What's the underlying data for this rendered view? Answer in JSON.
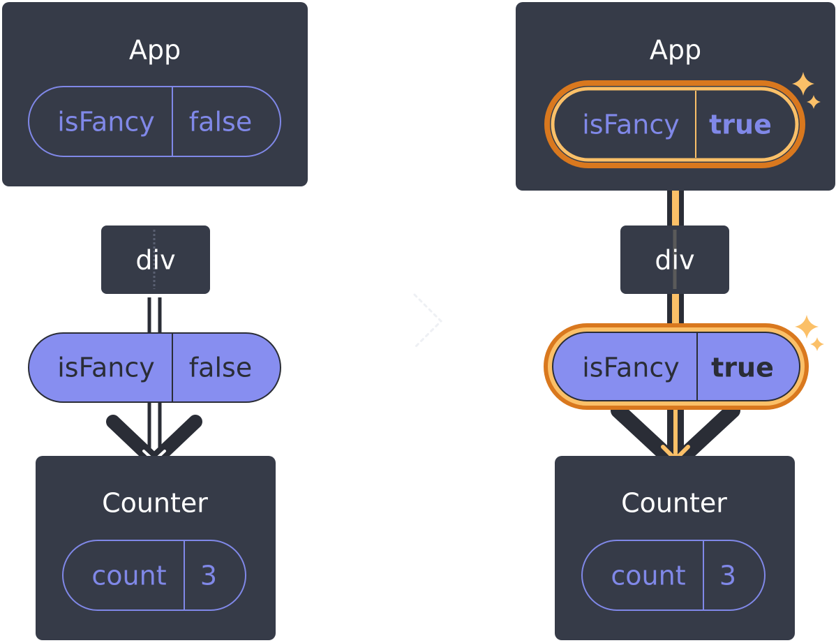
{
  "colors": {
    "node_bg": "#363b48",
    "prop_accent": "#8088e8",
    "prop_fill": "#878ef0",
    "highlight_orange": "#d9781e",
    "highlight_yellow": "#fbc068",
    "edge_dark": "#2a2d36"
  },
  "left": {
    "app": {
      "title": "App",
      "prop": {
        "name": "isFancy",
        "value": "false"
      }
    },
    "div": {
      "title": "div"
    },
    "passed_prop": {
      "name": "isFancy",
      "value": "false"
    },
    "counter": {
      "title": "Counter",
      "state": {
        "name": "count",
        "value": "3"
      }
    }
  },
  "right": {
    "app": {
      "title": "App",
      "prop": {
        "name": "isFancy",
        "value": "true"
      }
    },
    "div": {
      "title": "div"
    },
    "passed_prop": {
      "name": "isFancy",
      "value": "true"
    },
    "counter": {
      "title": "Counter",
      "state": {
        "name": "count",
        "value": "3"
      }
    }
  },
  "icons": {
    "transition": "chevron-right-icon",
    "change_marker": "sparkle-icon"
  }
}
